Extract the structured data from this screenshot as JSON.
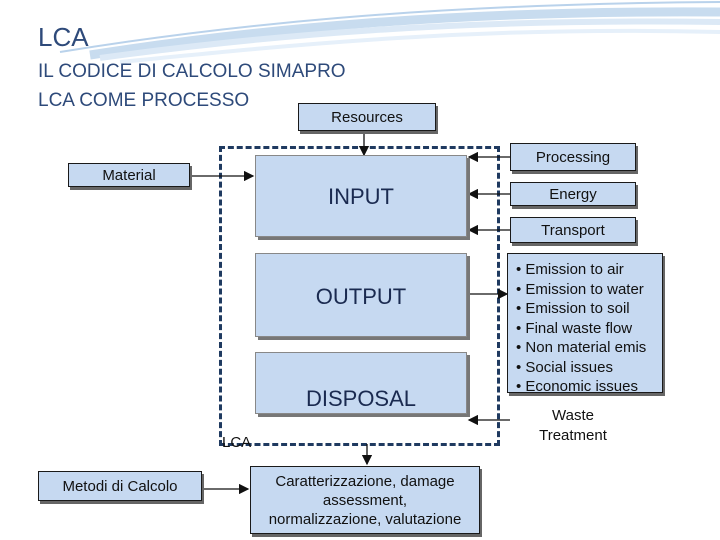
{
  "title": {
    "main": "LCA",
    "line1": "IL CODICE DI CALCOLO SIMAPRO",
    "line2": "LCA COME PROCESSO"
  },
  "diagram": {
    "resources": "Resources",
    "material": "Material",
    "processing": "Processing",
    "energy": "Energy",
    "transport": "Transport",
    "input": "INPUT",
    "output": "OUTPUT",
    "disposal": "DISPOSAL",
    "emissions": [
      "• Emission to air",
      "• Emission to water",
      "• Emission to soil",
      "• Final waste flow",
      "• Non material emis",
      "• Social issues",
      "• Economic issues"
    ],
    "waste_line1": "Waste",
    "waste_line2": "Treatment",
    "lca_label": "LCA",
    "metodi": "Metodi di Calcolo",
    "carat_line1": "Caratterizzazione, damage",
    "carat_line2": "assessment,",
    "carat_line3": "normalizzazione, valutazione"
  },
  "colors": {
    "title": "#2e4a7a",
    "box_fill": "#c6d9f1",
    "dashed_border": "#1f3a60"
  }
}
